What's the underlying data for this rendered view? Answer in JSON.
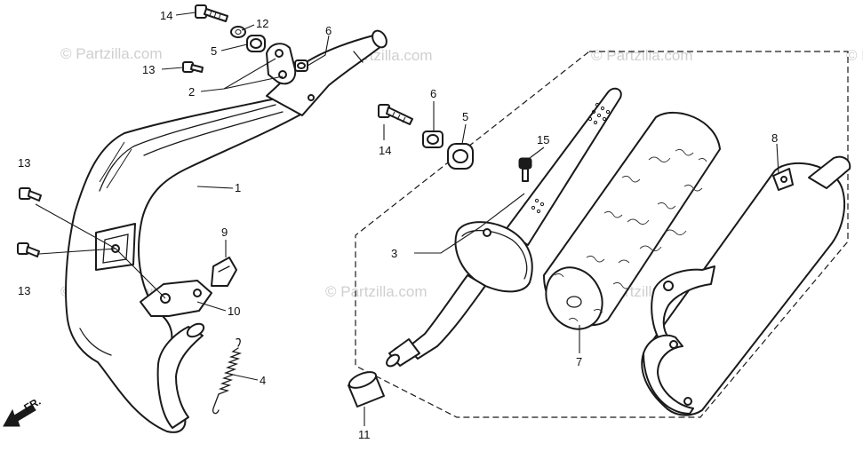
{
  "watermark": "© Partzilla.com",
  "direction_label": "FR.",
  "callouts": {
    "c1": "1",
    "c2": "2",
    "c3": "3",
    "c4": "4",
    "c5a": "5",
    "c5b": "5",
    "c6a": "6",
    "c6b": "6",
    "c7": "7",
    "c8": "8",
    "c9": "9",
    "c10": "10",
    "c11": "11",
    "c12": "12",
    "c13a": "13",
    "c13b": "13",
    "c13c": "13",
    "c14a": "14",
    "c14b": "14",
    "c15": "15"
  }
}
